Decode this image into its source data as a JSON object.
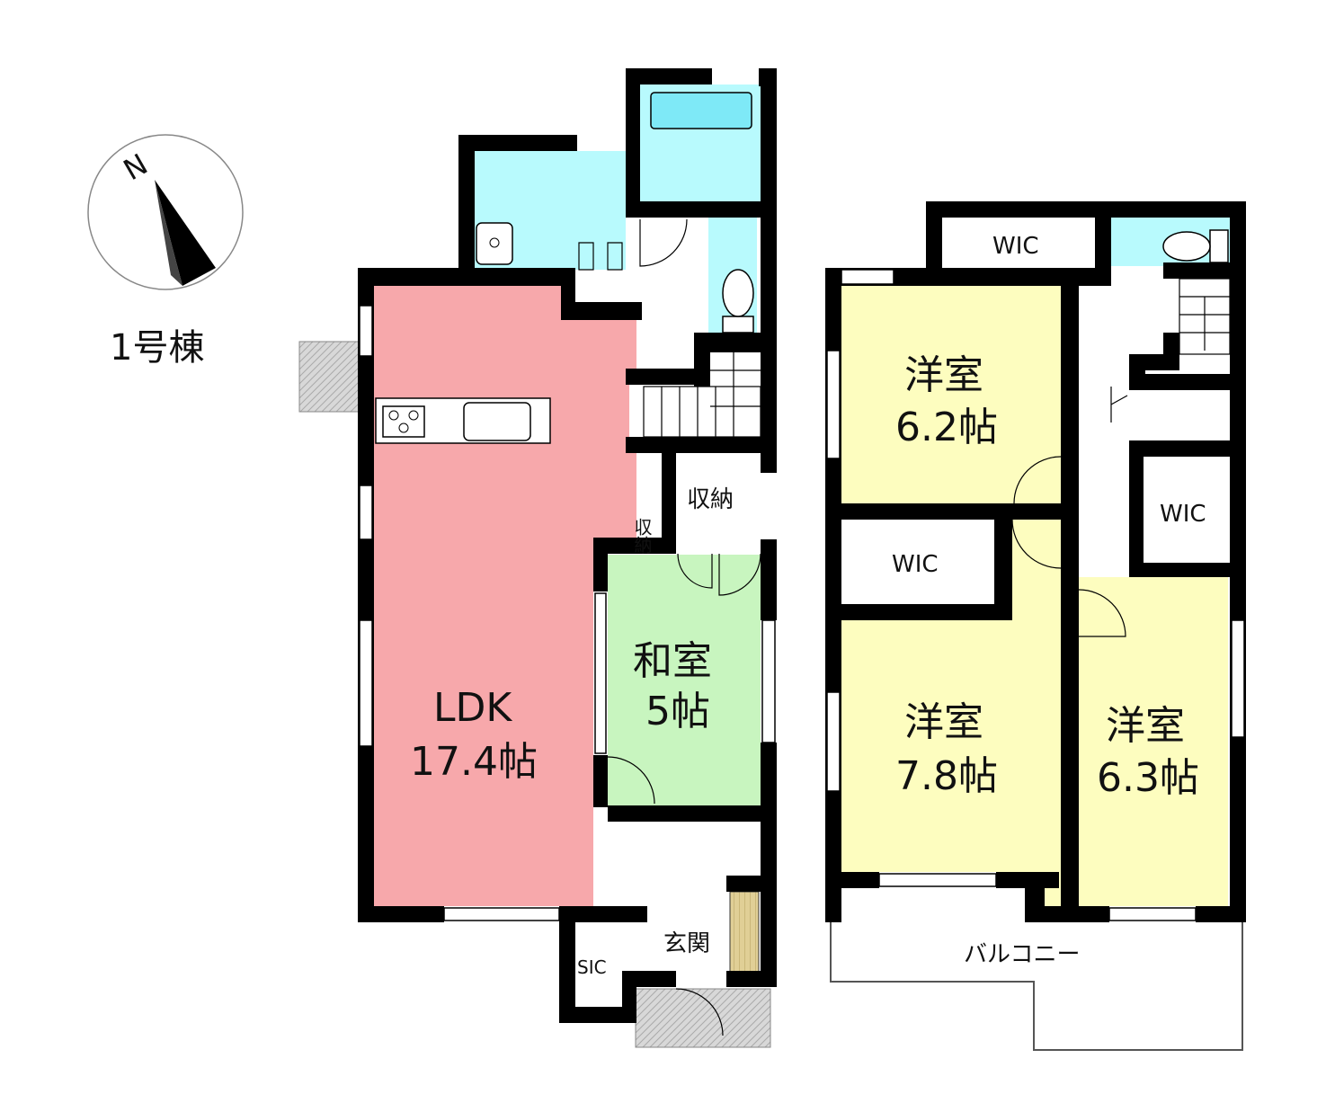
{
  "compass": {
    "north_label": "N"
  },
  "building_label": "1号棟",
  "floor1": {
    "ldk": {
      "name": "LDK",
      "size": "17.4帖"
    },
    "washitsu": {
      "name": "和室",
      "size": "5帖"
    },
    "storage_large": "収納",
    "storage_small": "収納",
    "entrance": "玄関",
    "sic": "SIC"
  },
  "floor2": {
    "room_a": {
      "name": "洋室",
      "size": "6.2帖"
    },
    "room_b": {
      "name": "洋室",
      "size": "7.8帖"
    },
    "room_c": {
      "name": "洋室",
      "size": "6.3帖"
    },
    "wic_top": "WIC",
    "wic_middle": "WIC",
    "wic_right": "WIC",
    "balcony": "バルコニー"
  },
  "colors": {
    "ldk": "#f7a8ab",
    "washitsu": "#c8f5bf",
    "western": "#fdfdbf",
    "water": "#b8fafd",
    "wall": "#000000",
    "genkan_floor": "#d9c890",
    "tile": "#d4d4d4"
  }
}
